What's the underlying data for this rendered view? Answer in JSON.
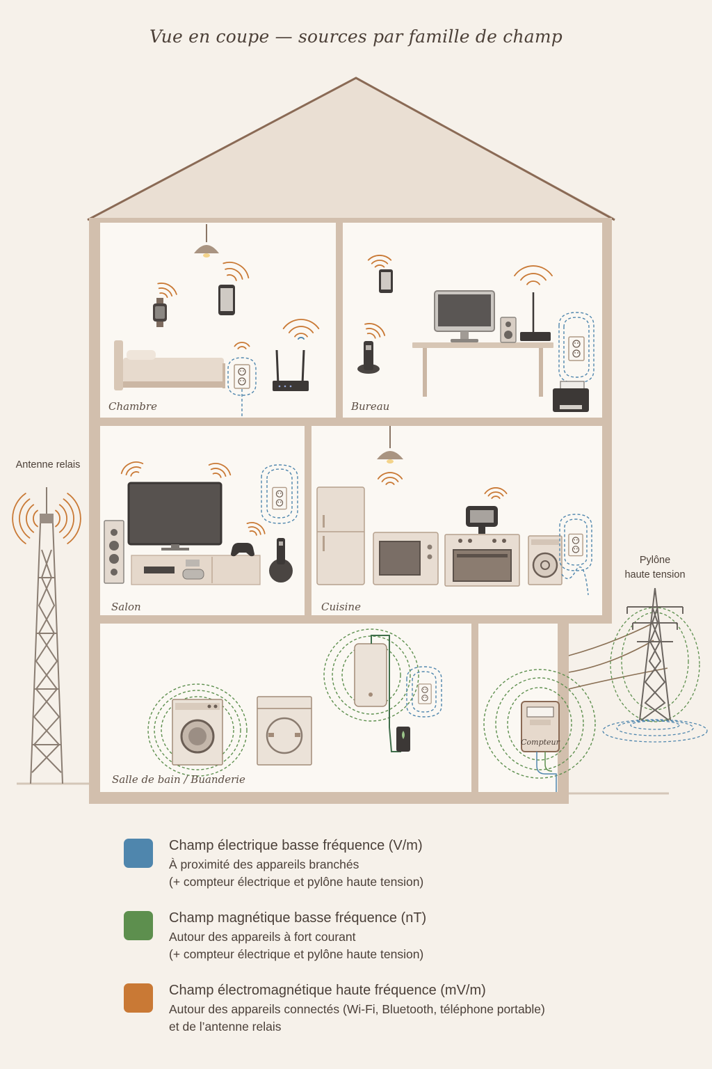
{
  "title": "Vue en coupe — sources par famille de champ",
  "rooms": {
    "chambre": "Chambre",
    "bureau": "Bureau",
    "salon": "Salon",
    "cuisine": "Cuisine",
    "buanderie": "Salle de bain / Buanderie"
  },
  "outside": {
    "antenna": "Antenne relais",
    "pylon_line1": "Pylône",
    "pylon_line2": "haute tension",
    "meter": "Compteur"
  },
  "colors": {
    "electric": "#4f86ad",
    "magnetic": "#5d8f4e",
    "hf": "#c97935",
    "wall": "#c9b49f",
    "roof_line": "#8a6a55"
  },
  "legend": [
    {
      "color": "#4f86ad",
      "title": "Champ électrique basse fréquence (V/m)",
      "line1": "À proximité des appareils branchés",
      "line2": "(+ compteur électrique et pylône haute tension)"
    },
    {
      "color": "#5d8f4e",
      "title": "Champ magnétique basse fréquence (nT)",
      "line1": "Autour des appareils à fort courant",
      "line2": "(+ compteur électrique et pylône haute tension)"
    },
    {
      "color": "#c97935",
      "title": "Champ électromagnétique haute fréquence (mV/m)",
      "line1": "Autour des appareils connectés (Wi-Fi, Bluetooth, téléphone portable)",
      "line2": "et de l’antenne relais"
    }
  ]
}
